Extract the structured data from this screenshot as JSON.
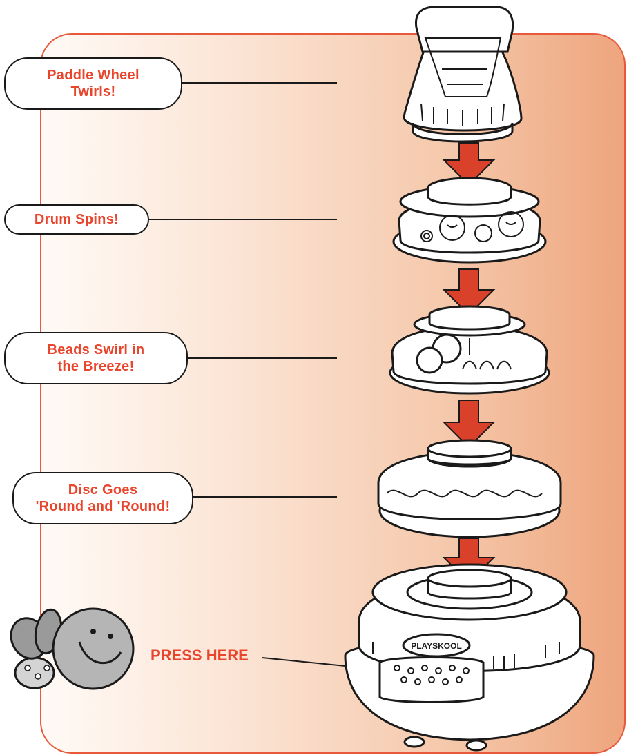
{
  "callouts": {
    "paddle": {
      "line1": "Paddle Wheel",
      "line2": "Twirls!"
    },
    "drum": {
      "line1": "Drum Spins!"
    },
    "beads": {
      "line1": "Beads Swirl in",
      "line2": "the Breeze!"
    },
    "disc": {
      "line1": "Disc Goes",
      "line2": "'Round and 'Round!"
    }
  },
  "press_label": "PRESS HERE",
  "logo_text": "PLAYSKOOL",
  "colors": {
    "accent_text": "#e8452c",
    "arrow": "#d9412a",
    "panel_border": "#e8583a",
    "panel_gradient": [
      "#fffaf6",
      "#eea57d"
    ]
  }
}
